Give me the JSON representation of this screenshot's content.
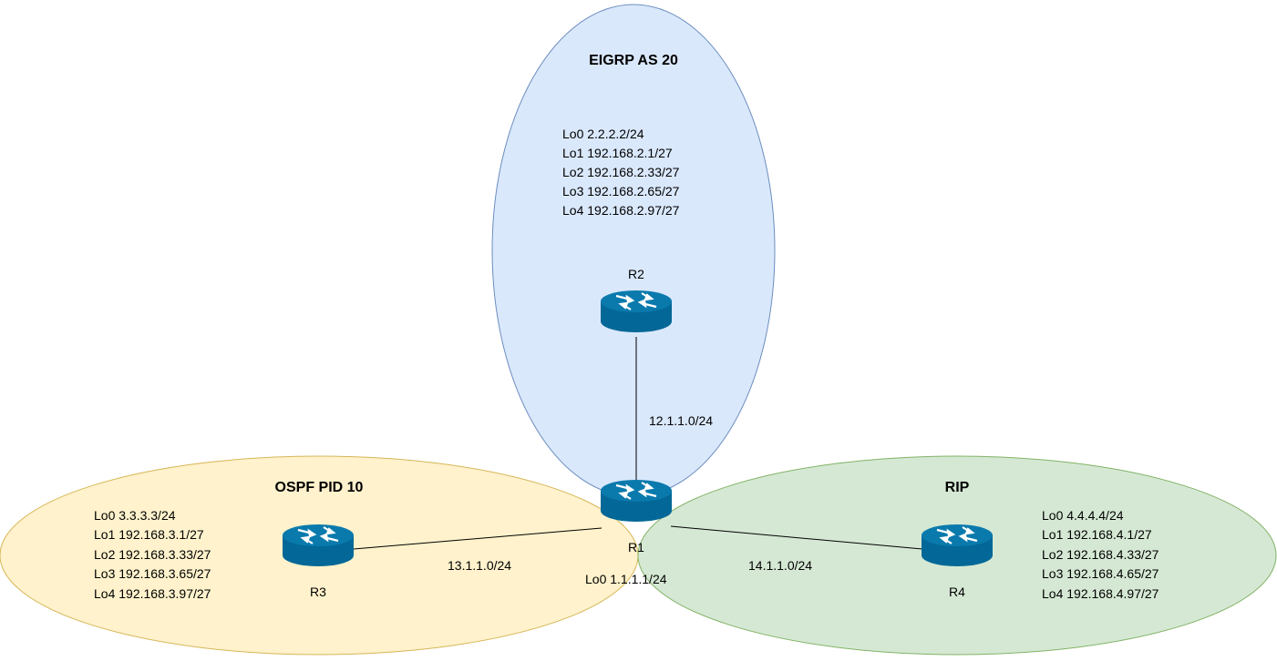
{
  "zones": {
    "eigrp": {
      "title": "EIGRP AS 20",
      "fill": "#dae8fc",
      "stroke": "#6c8ebf"
    },
    "ospf": {
      "title": "OSPF PID 10",
      "fill": "#fff2cc",
      "stroke": "#d6b656"
    },
    "rip": {
      "title": "RIP",
      "fill": "#d5e8d4",
      "stroke": "#82b366"
    }
  },
  "routers": {
    "r1": {
      "name": "R1",
      "loopbacks": [
        "Lo0 1.1.1.1/24"
      ]
    },
    "r2": {
      "name": "R2",
      "loopbacks": [
        "Lo0 2.2.2.2/24",
        "Lo1 192.168.2.1/27",
        "Lo2 192.168.2.33/27",
        "Lo3 192.168.2.65/27",
        "Lo4 192.168.2.97/27"
      ]
    },
    "r3": {
      "name": "R3",
      "loopbacks": [
        "Lo0 3.3.3.3/24",
        "Lo1 192.168.3.1/27",
        "Lo2 192.168.3.33/27",
        "Lo3 192.168.3.65/27",
        "Lo4 192.168.3.97/27"
      ]
    },
    "r4": {
      "name": "R4",
      "loopbacks": [
        "Lo0 4.4.4.4/24",
        "Lo1 192.168.4.1/27",
        "Lo2 192.168.4.33/27",
        "Lo3 192.168.4.65/27",
        "Lo4 192.168.4.97/27"
      ]
    }
  },
  "links": {
    "r1_r2": "12.1.1.0/24",
    "r1_r3": "13.1.1.0/24",
    "r1_r4": "14.1.1.0/24"
  },
  "colors": {
    "router_body": "#036897",
    "router_arrows": "#ffffff",
    "link": "#000000"
  },
  "icons": {
    "router": "router-icon"
  }
}
